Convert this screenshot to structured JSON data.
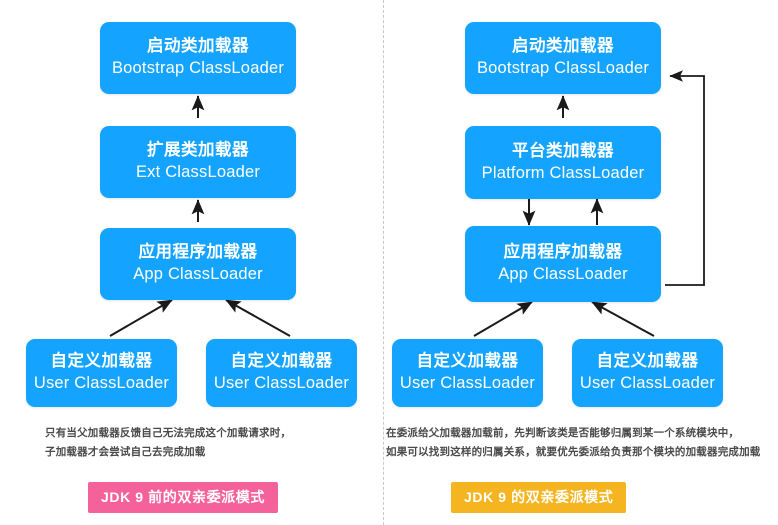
{
  "diagram": {
    "title": "Java ClassLoader Parent Delegation Model Comparison",
    "colors": {
      "node_blue": "#14A4FF",
      "badge_pink": "#F4619B",
      "badge_orange": "#F5B521",
      "arrow_black": "#1a1a1a",
      "divider_gray": "#c9c9c9",
      "caption_gray": "#4a4a4a",
      "background": "#ffffff"
    }
  },
  "left_panel": {
    "nodes": [
      {
        "id": "bootstrap",
        "cn": "启动类加载器",
        "en": "Bootstrap ClassLoader"
      },
      {
        "id": "ext",
        "cn": "扩展类加载器",
        "en": "Ext ClassLoader"
      },
      {
        "id": "app",
        "cn": "应用程序加载器",
        "en": "App ClassLoader"
      },
      {
        "id": "user1",
        "cn": "自定义加载器",
        "en": "User ClassLoader"
      },
      {
        "id": "user2",
        "cn": "自定义加载器",
        "en": "User ClassLoader"
      }
    ],
    "caption_line1": "只有当父加载器反馈自己无法完成这个加载请求时，",
    "caption_line2": "子加载器才会尝试自己去完成加载",
    "badge": "JDK 9 前的双亲委派模式"
  },
  "right_panel": {
    "nodes": [
      {
        "id": "bootstrap",
        "cn": "启动类加载器",
        "en": "Bootstrap ClassLoader"
      },
      {
        "id": "platform",
        "cn": "平台类加载器",
        "en": "Platform ClassLoader"
      },
      {
        "id": "app",
        "cn": "应用程序加载器",
        "en": "App ClassLoader"
      },
      {
        "id": "user1",
        "cn": "自定义加载器",
        "en": "User ClassLoader"
      },
      {
        "id": "user2",
        "cn": "自定义加载器",
        "en": "User ClassLoader"
      }
    ],
    "caption_line1": "在委派给父加载器加载前，先判断该类是否能够归属到某一个系统模块中，",
    "caption_line2": "如果可以找到这样的归属关系，就要优先委派给负责那个模块的加载器完成加载",
    "badge": "JDK 9 的双亲委派模式"
  }
}
